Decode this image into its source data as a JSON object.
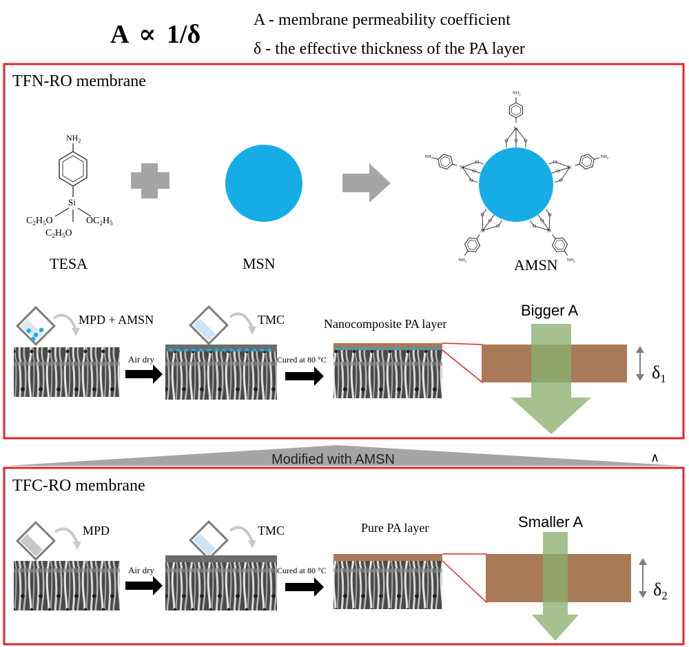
{
  "header": {
    "formula_a": "A",
    "formula_prop": "∝",
    "formula_inv": "1/δ",
    "def_a": "A - membrane permeability coefficient",
    "def_delta": "δ - the effective thickness of the PA layer"
  },
  "tfn": {
    "title": "TFN-RO membrane",
    "tesa": {
      "label": "TESA",
      "nh2": "NH",
      "nh2_sub": "2",
      "si": "Si",
      "oc2h5_right": "OC",
      "oc2h5_right_sub": "2",
      "oc2h5_right_tail": "H",
      "oc2h5_right_tail_sub": "5",
      "c2h5o_left": "C",
      "c2h5o_left_sub": "2",
      "c2h5o_left_mid": "H",
      "c2h5o_left_mid_sub": "5",
      "c2h5o_left_tail": "O",
      "c2h5o_bottom": "C",
      "c2h5o_bottom_sub": "2",
      "c2h5o_bottom_mid": "H",
      "c2h5o_bottom_mid_sub": "5",
      "c2h5o_bottom_tail": "O"
    },
    "msn_label": "MSN",
    "amsn_label": "AMSN",
    "amsn_si": "Si",
    "amsn_o": "O",
    "amsn_nh2": "NH",
    "amsn_nh2_sub": "2",
    "step1_label": "MPD + AMSN",
    "step2_label": "TMC",
    "step3_label": "Nanocomposite PA layer",
    "arrow1_label": "Air dry",
    "arrow2_label": "Cured at 80 °C",
    "flux_label": "Bigger A",
    "thickness_label": "δ",
    "thickness_sub": "1"
  },
  "transition": {
    "label": "Modified with AMSN",
    "caret": "∧"
  },
  "tfc": {
    "title": "TFC-RO membrane",
    "step1_label": "MPD",
    "step2_label": "TMC",
    "step3_label": "Pure PA layer",
    "arrow1_label": "Air dry",
    "arrow2_label": "Cured at 80 °C",
    "flux_label": "Smaller A",
    "thickness_label": "δ",
    "thickness_sub": "2"
  },
  "colors": {
    "frame_red": "#e3262c",
    "msn_blue": "#16ade7",
    "pa_brown": "#a87a58",
    "flux_green": "#8bb06f",
    "plus_gray": "#a7a5a4",
    "sem_dark": "#3a3a3a"
  }
}
